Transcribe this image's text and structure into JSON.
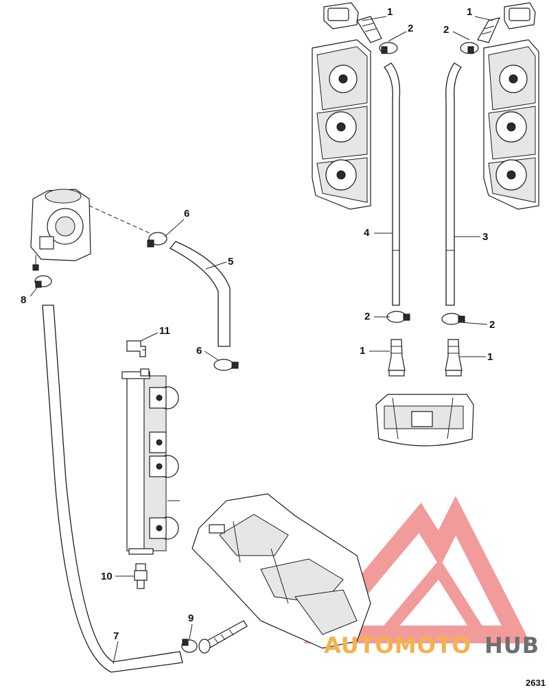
{
  "callouts": {
    "c1a": "1",
    "c1b": "1",
    "c1c": "1",
    "c1d": "1",
    "c2a": "2",
    "c2b": "2",
    "c2c": "2",
    "c2d": "2",
    "c3": "3",
    "c4": "4",
    "c5": "5",
    "c6a": "6",
    "c6b": "6",
    "c7": "7",
    "c8": "8",
    "c9": "9",
    "c10": "10",
    "c11": "11"
  },
  "figure_number": "2631",
  "watermark": {
    "part1": "AUTOMOTO",
    "part2": "HUB",
    "color_light": "#f4b24a",
    "color_dark": "#6e6e6e",
    "logo_color": "#f08a8a"
  }
}
